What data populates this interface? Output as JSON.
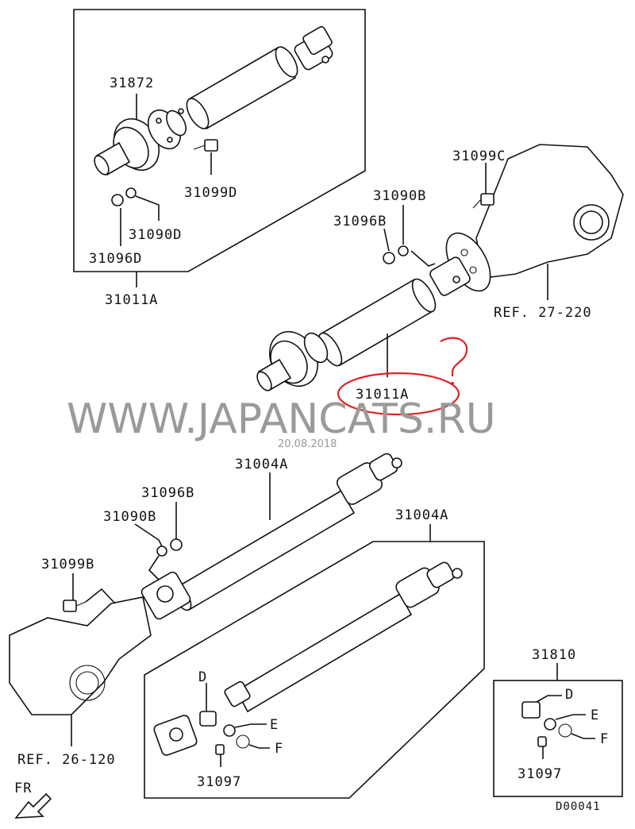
{
  "watermark": {
    "text": "WWW.JAPANCATS.RU",
    "date": "20.08.2018"
  },
  "diagram_code": "D00041",
  "front_indicator": "FR",
  "annotation": {
    "marker": "?",
    "color": "#e02020"
  },
  "labels": {
    "p31872": "31872",
    "p31099D": "31099D",
    "p31090D": "31090D",
    "p31096D": "31096D",
    "p31011A_top": "31011A",
    "p31099C": "31099C",
    "p31090B_top": "31090B",
    "p31096B_top": "31096B",
    "ref27": "REF. 27-220",
    "p31011A_mid": "31011A",
    "p31004A_a": "31004A",
    "p31096B_mid": "31096B",
    "p31090B_mid": "31090B",
    "p31099B": "31099B",
    "p31004A_b": "31004A",
    "ref26": "REF. 26-120",
    "D1": "D",
    "E1": "E",
    "F1": "F",
    "p31097_a": "31097",
    "p31810": "31810",
    "D2": "D",
    "E2": "E",
    "F2": "F",
    "p31097_b": "31097"
  }
}
